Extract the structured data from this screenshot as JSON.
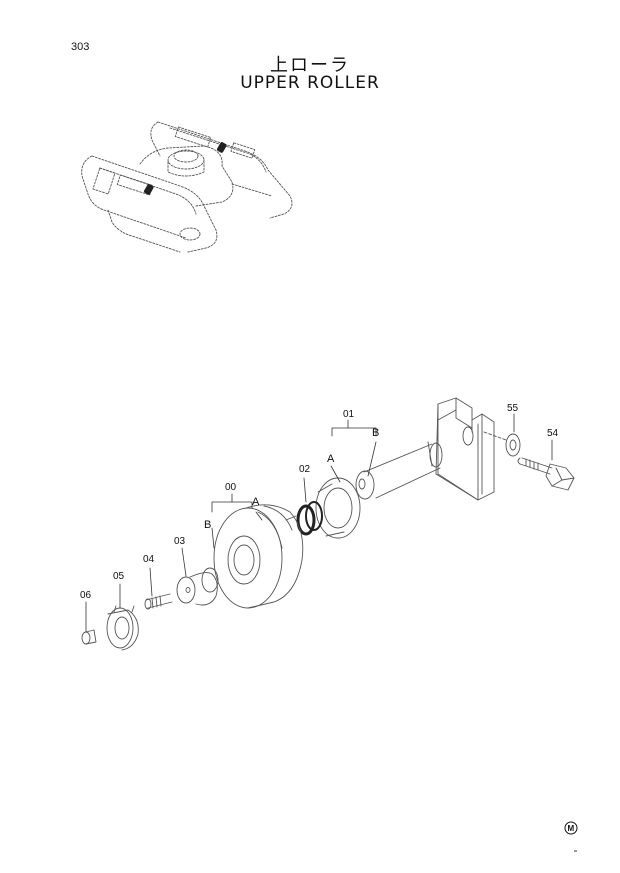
{
  "page": {
    "number": "303",
    "title_jp": "上ローラ",
    "title_en": "UPPER ROLLER",
    "footer_mark": "M"
  },
  "callouts": {
    "p00": "00",
    "p01": "01",
    "p02": "02",
    "p03": "03",
    "p04": "04",
    "p05": "05",
    "p06": "06",
    "p54": "54",
    "p55": "55",
    "a_00": "A",
    "b_00": "B",
    "a_01": "A",
    "b_01": "B"
  }
}
